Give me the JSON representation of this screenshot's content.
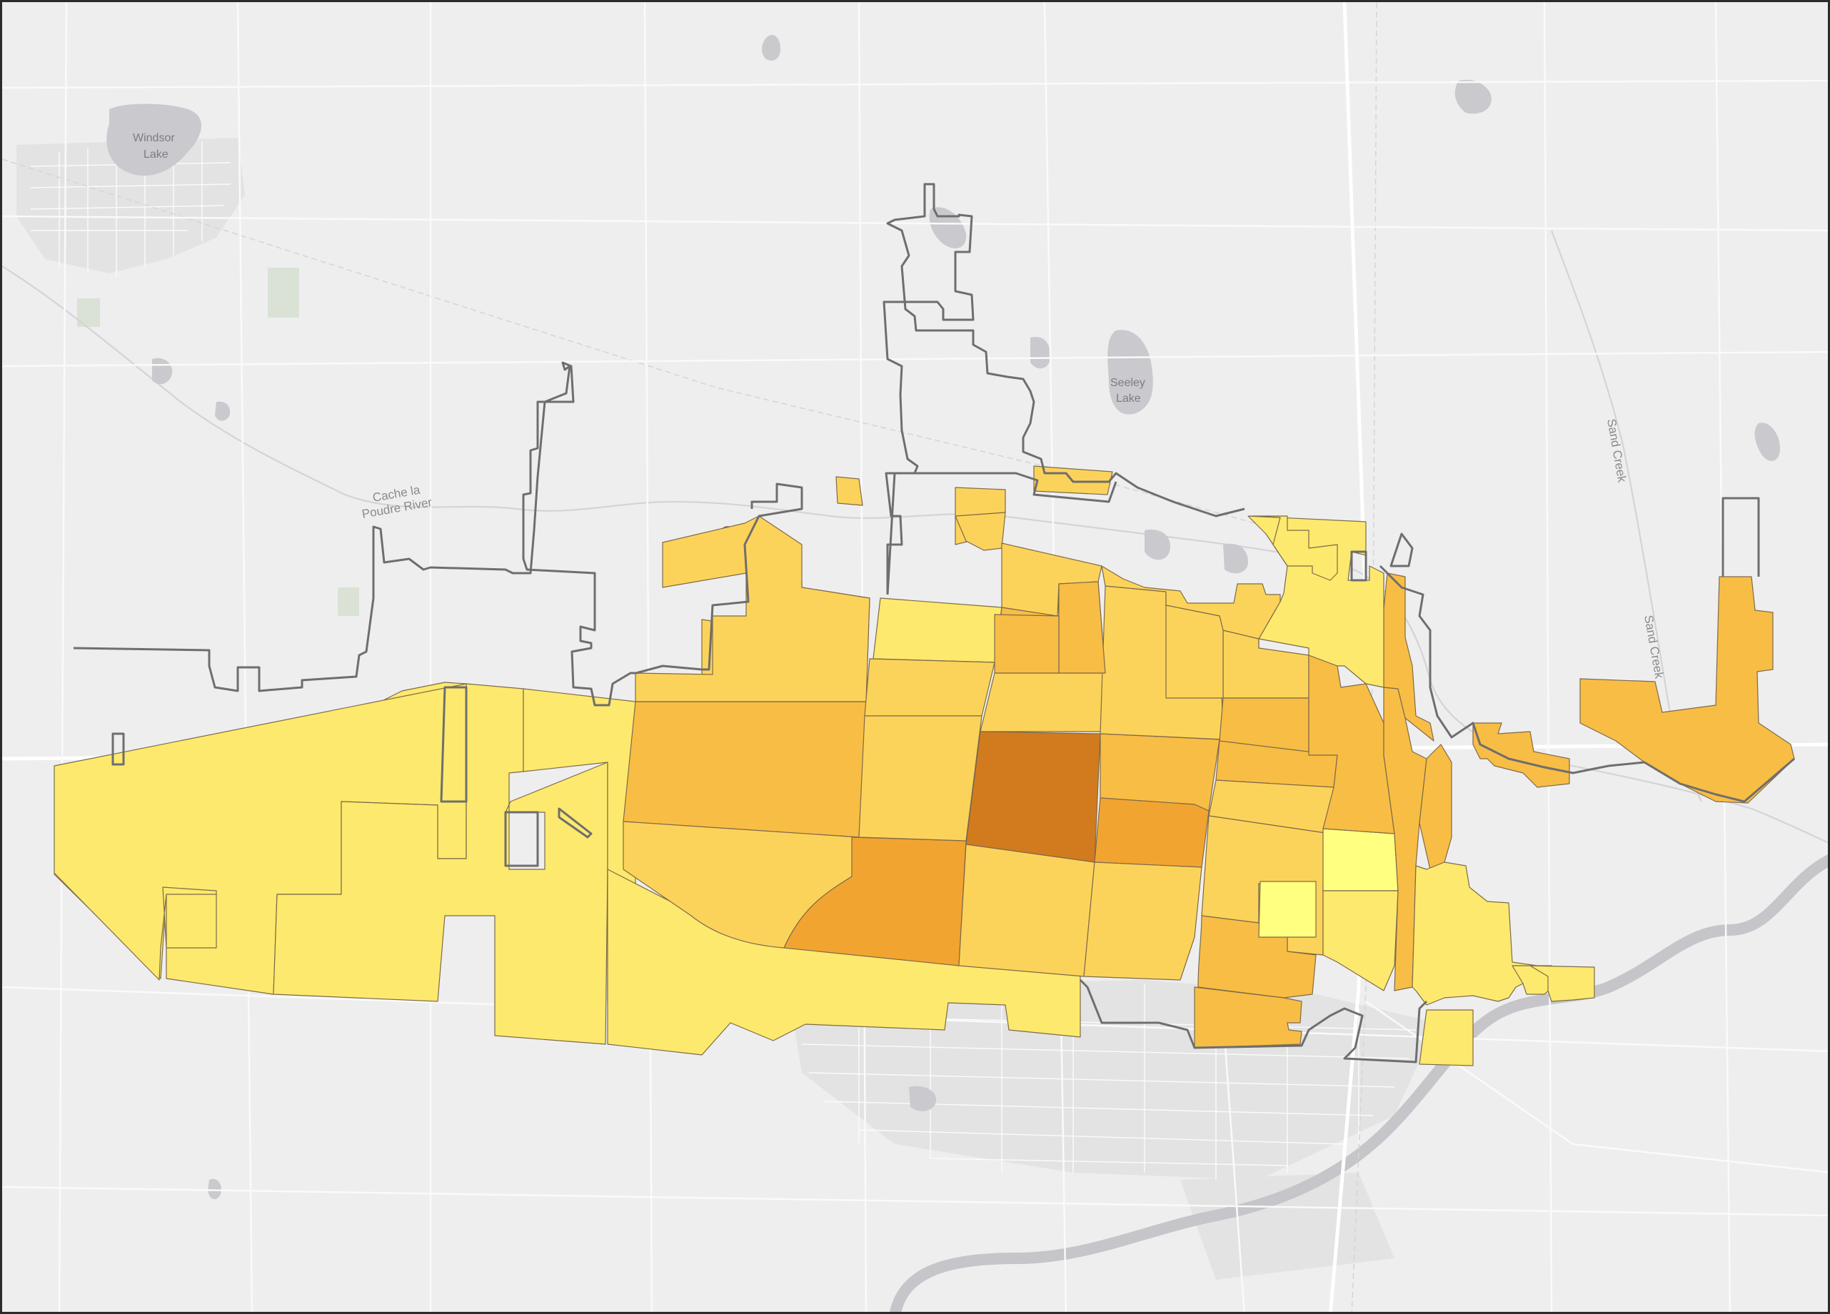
{
  "map": {
    "basemap": "light-gray-canvas",
    "colors": {
      "background": "#eeeeef",
      "frame_border": "#2b2b2b",
      "class_1": "#ffff80",
      "class_2": "#fde96d",
      "class_3": "#fcd35a",
      "class_4": "#f8bd45",
      "class_5": "#f2a431",
      "class_6": "#d17b1e",
      "boundary_outline": "#6e6e6e"
    },
    "labels": {
      "windsor_lake_1": "Windsor",
      "windsor_lake_2": "Lake",
      "seeley_lake_1": "Seeley",
      "seeley_lake_2": "Lake",
      "cache_la_poudre_1": "Cache la",
      "cache_la_poudre_2": "Poudre River",
      "sand_creek_north": "Sand Creek",
      "sand_creek_south": "Sand Creek"
    }
  }
}
